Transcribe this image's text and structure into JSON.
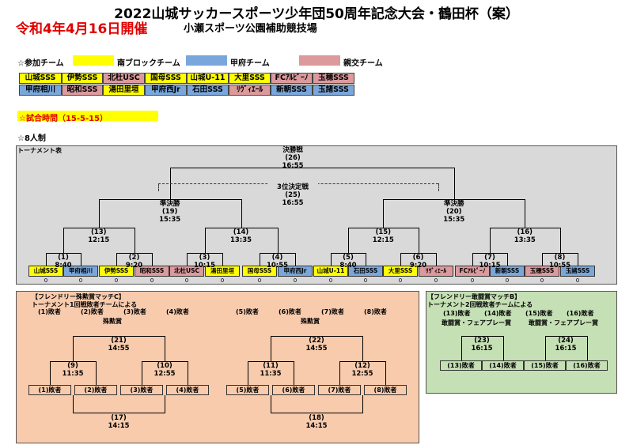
{
  "header": {
    "title": "2022山城サッカースポーツ少年団50周年記念大会・鶴田杯（案）",
    "date": "令和4年4月16日開催",
    "venue": "小瀬スポーツ公園補助競技場"
  },
  "legend": {
    "label": "☆参加チーム",
    "south": "南ブロックチーム",
    "kofu": "甲府チーム",
    "friendly": "親交チーム",
    "colors": {
      "south": "#ffff00",
      "kofu": "#7aa7db",
      "friendly": "#dc9a9d"
    }
  },
  "teams_row1": [
    {
      "name": "山城SSS",
      "group": "y"
    },
    {
      "name": "伊勢SSS",
      "group": "y"
    },
    {
      "name": "北杜USC",
      "group": "p"
    },
    {
      "name": "国母SSS",
      "group": "y"
    },
    {
      "name": "山城U-11",
      "group": "y"
    },
    {
      "name": "大里SSS",
      "group": "y"
    },
    {
      "name": "FCｱﾙﾋﾟｰﾉ",
      "group": "p"
    },
    {
      "name": "玉穂SSS",
      "group": "p"
    }
  ],
  "teams_row2": [
    {
      "name": "甲府相川",
      "group": "b"
    },
    {
      "name": "昭和SSS",
      "group": "p"
    },
    {
      "name": "湯田里垣",
      "group": "y"
    },
    {
      "name": "甲府西Jr",
      "group": "b"
    },
    {
      "name": "石田SSS",
      "group": "b"
    },
    {
      "name": "ﾘｳﾞｨｴｰﾙ",
      "group": "p"
    },
    {
      "name": "新朝SSS",
      "group": "b"
    },
    {
      "name": "玉諸SSS",
      "group": "b"
    }
  ],
  "match_time": "☆試合時間（15-5-15）",
  "format": "☆8人制",
  "tournament": {
    "label": "トーナメント表",
    "final": "決勝戦\n(26)\n16:55",
    "third": "3位決定戦\n(25)\n16:55",
    "semi_left": "準決勝\n(19)\n15:35",
    "semi_right": "準決勝\n(20)\n15:35",
    "qf": [
      "(13)\n12:15",
      "(14)\n13:35",
      "(15)\n12:15",
      "(16)\n13:35"
    ],
    "r1": [
      "(1)\n8:40",
      "(2)\n9:20",
      "(3)\n10:15",
      "(4)\n10:55",
      "(5)\n8:40",
      "(6)\n9:20",
      "(7)\n10:15",
      "(8)\n10:55"
    ],
    "slots": [
      {
        "name": "山城SSS",
        "group": "y"
      },
      {
        "name": "甲府相川",
        "group": "b"
      },
      {
        "name": "伊勢SSS",
        "group": "y"
      },
      {
        "name": "昭和SSS",
        "group": "p"
      },
      {
        "name": "北杜USC",
        "group": "p"
      },
      {
        "name": "湯田里垣",
        "group": "y"
      },
      {
        "name": "国母SSS",
        "group": "y"
      },
      {
        "name": "甲府西Jr",
        "group": "b"
      },
      {
        "name": "山城U-11",
        "group": "y"
      },
      {
        "name": "石田SSS",
        "group": "b"
      },
      {
        "name": "大里SSS",
        "group": "y"
      },
      {
        "name": "ﾘｳﾞｨｴｰﾙ",
        "group": "p"
      },
      {
        "name": "FCｱﾙﾋﾟｰﾉ",
        "group": "p"
      },
      {
        "name": "新朝SSS",
        "group": "b"
      },
      {
        "name": "玉穂SSS",
        "group": "p"
      },
      {
        "name": "玉諸SSS",
        "group": "b"
      }
    ],
    "zero": "0"
  },
  "friendly_c": {
    "title": "【フレンドリー殊勲賞マッチC】",
    "subtitle": "トーナメント1回戦敗者チームによる",
    "losers_left": [
      "(1)敗者",
      "(2)敗者",
      "(3)敗者",
      "(4)敗者"
    ],
    "losers_right": [
      "(5)敗者",
      "(6)敗者",
      "(7)敗者",
      "(8)敗者"
    ],
    "award": "殊勲賞",
    "left": {
      "top": "(21)\n14:55",
      "m1": "(9)\n11:35",
      "m2": "(10)\n12:55",
      "bottom": "(17)\n14:15"
    },
    "right": {
      "top": "(22)\n14:55",
      "m1": "(11)\n11:35",
      "m2": "(12)\n12:55",
      "bottom": "(18)\n14:15"
    }
  },
  "friendly_b": {
    "title": "【フレンドリー敢闘賞マッチB】",
    "subtitle": "トーナメント2回戦敗者チームによる",
    "losers": [
      "(13)敗者",
      "(14)敗者",
      "(15)敗者",
      "(16)敗者"
    ],
    "award": "敢闘賞・フェアプレー賞",
    "m1": "(23)\n16:15",
    "m2": "(24)\n16:15"
  }
}
